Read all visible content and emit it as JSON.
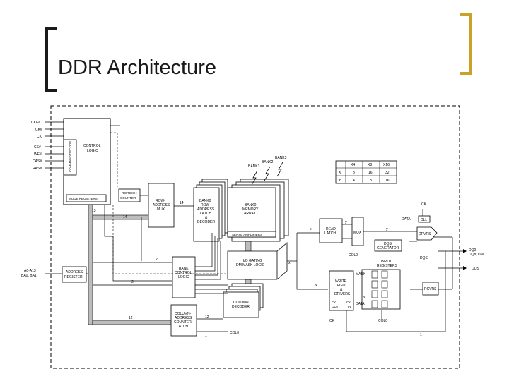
{
  "slide": {
    "title": "DDR Architecture",
    "accent_color": "#C9A227"
  },
  "diagram": {
    "inputs_left": [
      "CKE#",
      "CK#",
      "CK",
      "CS#",
      "WE#",
      "CAS#",
      "RAS#"
    ],
    "command_decode": "COMMAND DECODE",
    "control_logic": [
      "CONTROL",
      "LOGIC"
    ],
    "mode_registers": "MODE REGISTERS",
    "refresh_counter": [
      "REFRESH",
      "COUNTER"
    ],
    "row_address_mux": [
      "ROW-",
      "ADDRESS",
      "MUX"
    ],
    "bank0_row_latch": [
      "BANK0",
      "ROW-",
      "ADDRESS",
      "LATCH",
      "&",
      "DECODER"
    ],
    "bank_labels": [
      "BANK3",
      "BANK2",
      "BANK1"
    ],
    "bank0_memory_array": [
      "BANK0",
      "MEMORY",
      "ARRAY"
    ],
    "sense_amplifiers": "SENSE AMPLIFIERS",
    "io_gating": [
      "I/O GATING",
      "DM MASK LOGIC"
    ],
    "bank_control_logic": [
      "BANK",
      "CONTROL",
      "LOGIC"
    ],
    "address_inputs": [
      "A0-A13",
      "BA0, BA1"
    ],
    "address_register": [
      "ADDRESS",
      "REGISTER"
    ],
    "column_address_counter": [
      "COLUMN-",
      "ADDRESS",
      "COUNTER/",
      "LATCH"
    ],
    "column_decoder": [
      "COLUMN",
      "DECODER"
    ],
    "col0_labels": [
      "COL0",
      "COL0",
      "COL0"
    ],
    "read_latch": [
      "READ",
      "LATCH"
    ],
    "mux": "MUX",
    "data_label": "DATA",
    "ck_label": "CK",
    "dll": "DLL",
    "drvrs": "DRVRS",
    "dqs_generator": [
      "DQS",
      "GENERATOR"
    ],
    "dqs_label": "DQS",
    "input_registers": [
      "INPUT",
      "REGISTERS"
    ],
    "mask_label": "MASK",
    "data_label2": "DATA",
    "write_fifo": [
      "WRITE",
      "FIFO",
      "&",
      "DRIVERS"
    ],
    "fifo_ck": [
      "CK",
      "OUT",
      "CK",
      "IN"
    ],
    "rcvrs": "RCVRS",
    "output_dq": [
      "DQ0 -",
      "DQn, DM"
    ],
    "output_dqs": "DQS",
    "bus_widths": [
      "14",
      "14",
      "13",
      "2",
      "2",
      "12",
      "12",
      "x",
      "x",
      "y",
      "y",
      "x",
      "y",
      "1",
      "1"
    ],
    "table": {
      "header": [
        "",
        "X4",
        "X8",
        "X16"
      ],
      "rows": [
        [
          "X",
          "8",
          "16",
          "32"
        ],
        [
          "Y",
          "4",
          "8",
          "16"
        ]
      ]
    }
  }
}
